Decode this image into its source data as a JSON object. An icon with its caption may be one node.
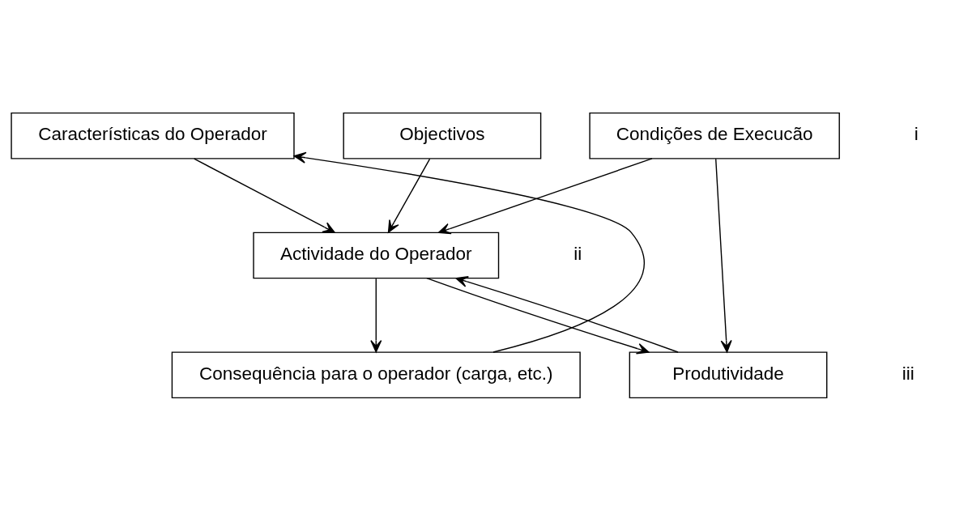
{
  "diagram": {
    "nodes": [
      {
        "text": [
          "Características do Operador"
        ]
      },
      {
        "text": [
          "Objectivos"
        ]
      },
      {
        "text": [
          "Condições de Execucão"
        ]
      },
      {
        "text": [
          "Actividade do Operador"
        ]
      },
      {
        "text": [
          "Consequência para o operador (carga, etc.)"
        ]
      },
      {
        "text": [
          "Produtividade"
        ]
      }
    ],
    "edges": [
      {
        "from": 0,
        "to": 3,
        "arrow": "to"
      },
      {
        "from": 1,
        "to": 3,
        "arrow": "to"
      },
      {
        "from": 2,
        "to": 3,
        "arrow": "to"
      },
      {
        "from": 2,
        "to": 5,
        "arrow": "to"
      },
      {
        "from": 3,
        "to": 4,
        "arrow": "to"
      },
      {
        "from": 5,
        "to": 3,
        "arrow": "to"
      },
      {
        "from": 3,
        "to": 5,
        "arrow": "to"
      },
      {
        "from": 4,
        "to": 0,
        "arrow": "to"
      }
    ],
    "labels": [
      "i",
      "ii",
      "iii"
    ]
  }
}
